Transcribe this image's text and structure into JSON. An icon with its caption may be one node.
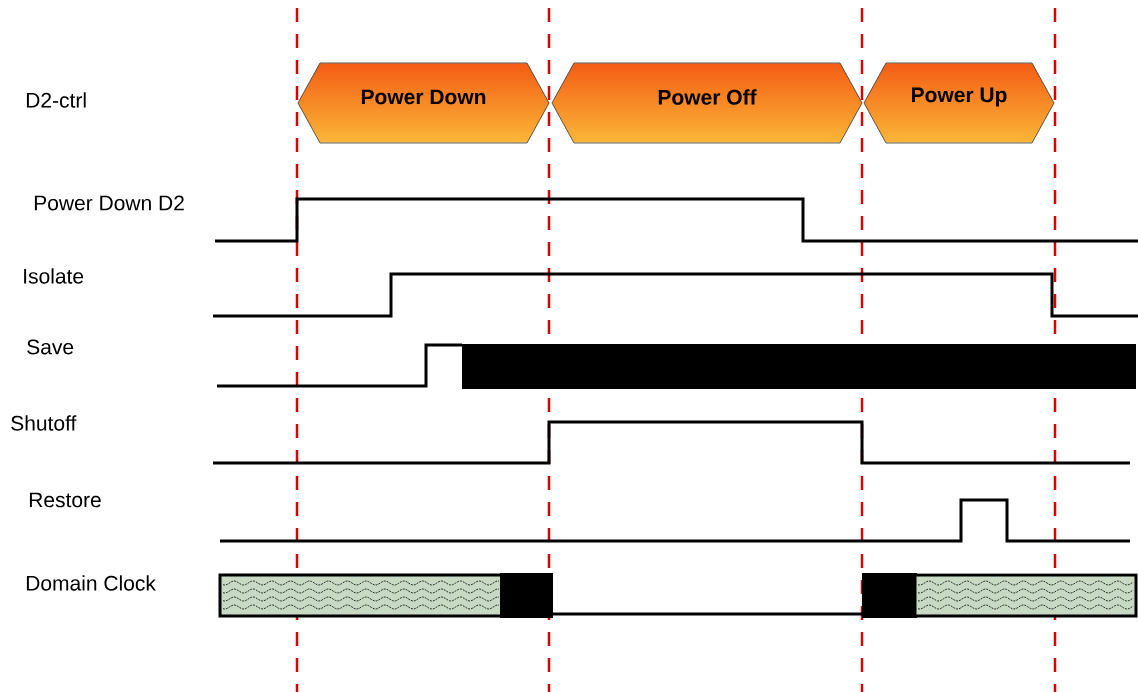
{
  "diagram": {
    "nodes": [
      {
        "text": [
          "Power Down"
        ]
      },
      {
        "text": [
          "Power Off"
        ]
      },
      {
        "text": [
          "Power Up"
        ]
      }
    ],
    "labels": [
      "D2-ctrl",
      "Power Down D2",
      "Isolate",
      "Save",
      "Shutoff",
      "Restore",
      "Domain Clock"
    ]
  }
}
